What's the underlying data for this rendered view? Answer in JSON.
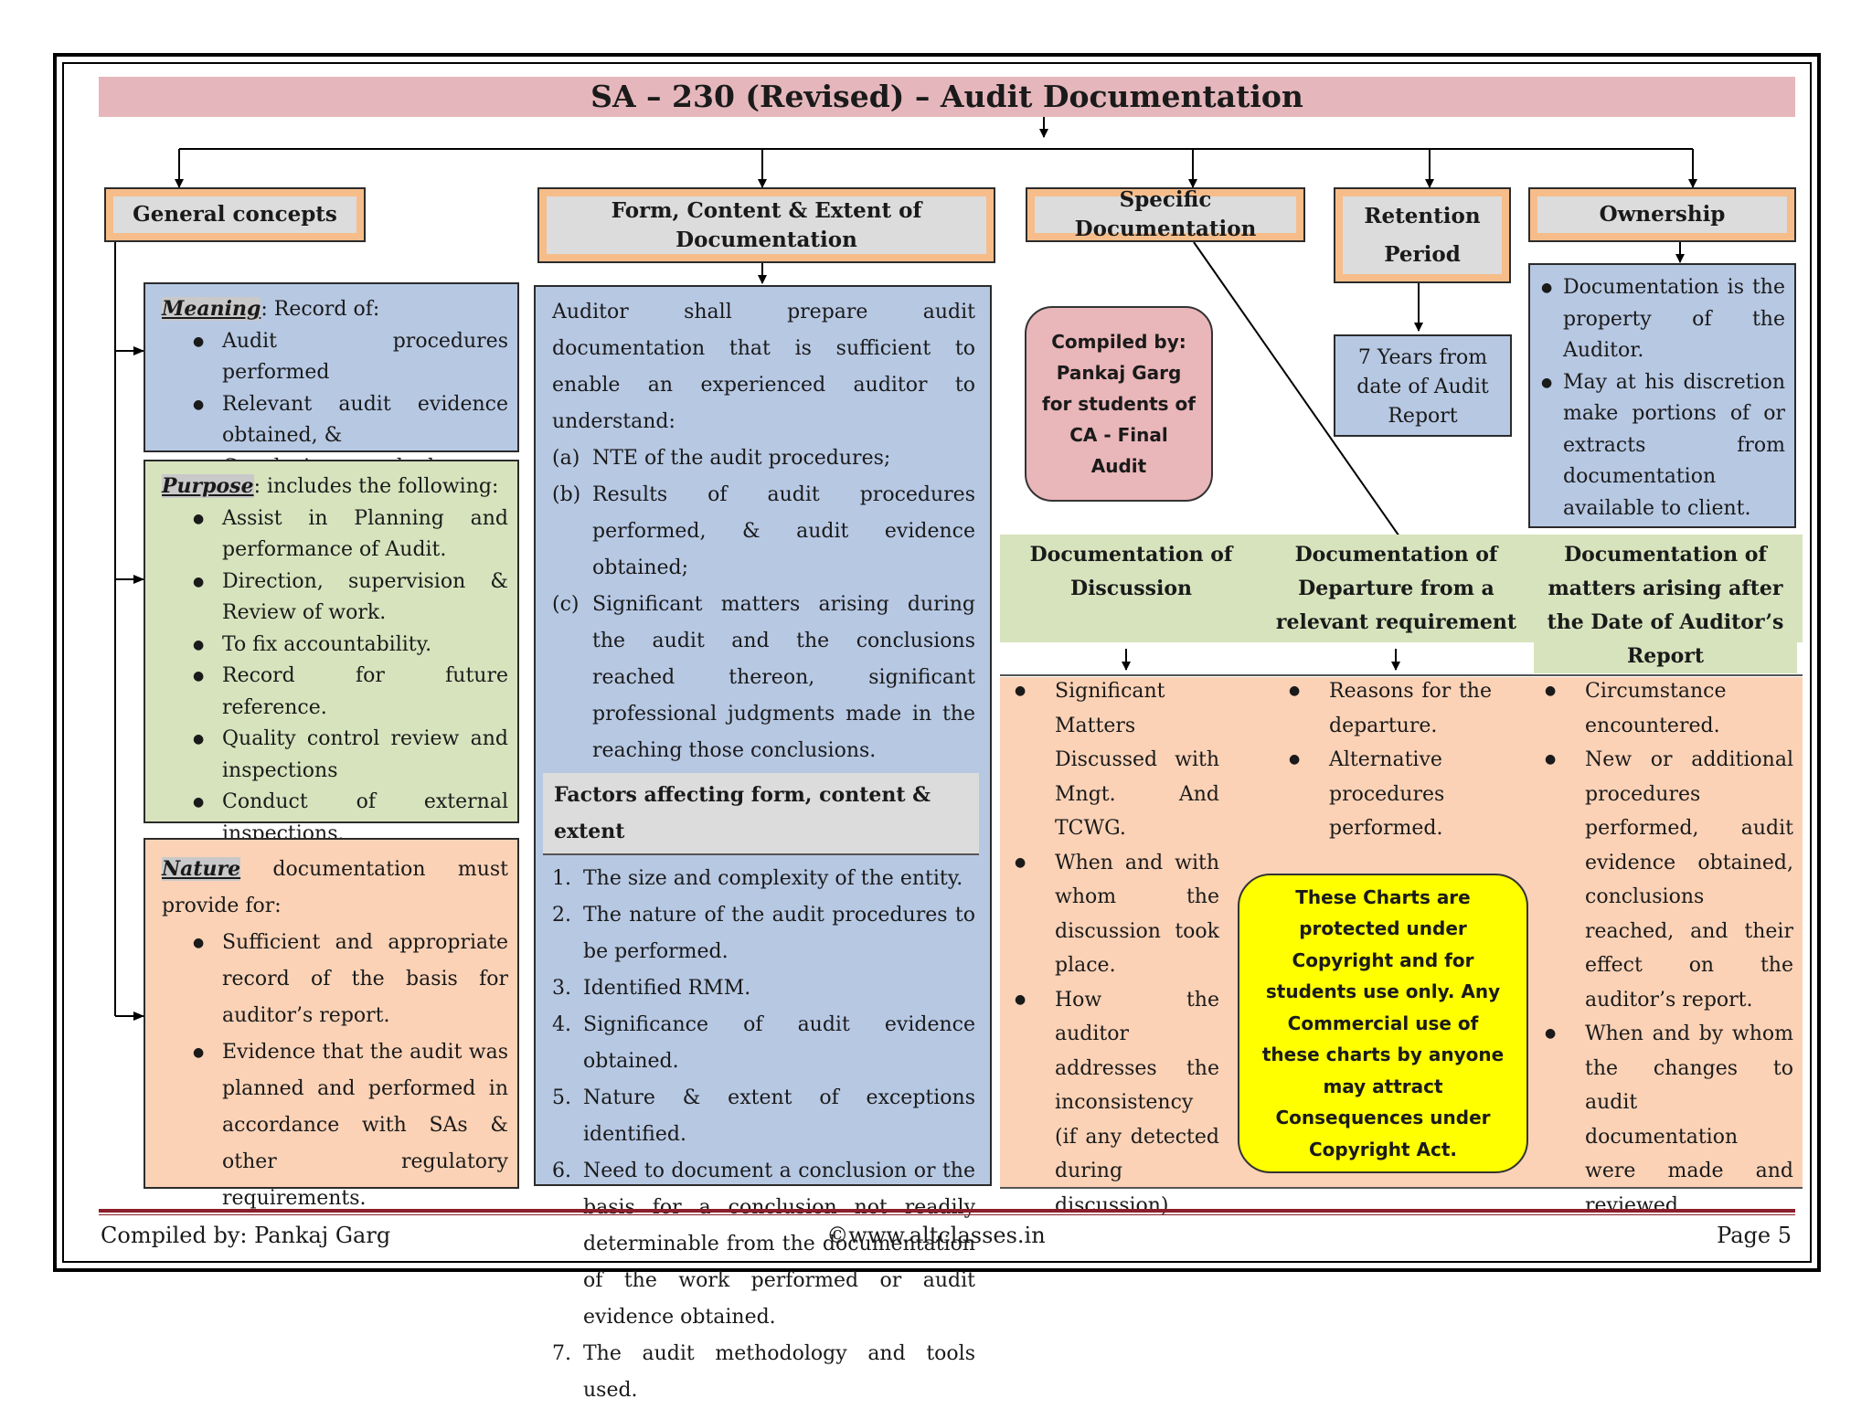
{
  "title": "SA – 230 (Revised) – Audit Documentation",
  "headers": {
    "general": "General concepts",
    "form": "Form, Content & Extent of Documentation",
    "specific": "Specific Documentation",
    "retention": "Retention Period",
    "ownership": "Ownership"
  },
  "meaning": {
    "label": "Meaning",
    "intro": ": Record of:",
    "items": [
      "Audit procedures performed",
      "Relevant audit evidence obtained, &",
      "Conclusions reached"
    ]
  },
  "purpose": {
    "label": "Purpose",
    "intro": ": includes the following:",
    "items": [
      "Assist in Planning and performance of Audit.",
      "Direction, supervision & Review of work.",
      "To fix accountability.",
      "Record for future reference.",
      "Quality control review and inspections",
      "Conduct of external inspections."
    ]
  },
  "nature": {
    "label": "Nature",
    "intro": " documentation must provide for:",
    "items": [
      "Sufficient and appropriate record of the basis for auditor’s report.",
      "Evidence that the audit was planned and performed in accordance with SAs & other regulatory requirements."
    ]
  },
  "form": {
    "intro": "Auditor shall prepare audit documentation that is sufficient to enable an experienced auditor to understand:",
    "items": [
      {
        "mark": "(a)",
        "text": "NTE of the audit procedures;"
      },
      {
        "mark": "(b)",
        "text": "Results of audit procedures performed, & audit evidence obtained;"
      },
      {
        "mark": "(c)",
        "text": "Significant matters arising during the audit and the conclusions reached thereon, significant professional judgments made in the reaching those conclusions."
      }
    ],
    "factors_title": "Factors affecting form, content & extent",
    "factors": [
      {
        "mark": "1.",
        "text": "The size and complexity of the entity."
      },
      {
        "mark": "2.",
        "text": "The nature of the audit procedures to be performed."
      },
      {
        "mark": "3.",
        "text": "Identified RMM."
      },
      {
        "mark": "4.",
        "text": "Significance of audit evidence obtained."
      },
      {
        "mark": "5.",
        "text": "Nature & extent of exceptions identified."
      },
      {
        "mark": "6.",
        "text": "Need to document a conclusion or the basis for a conclusion not readily determinable from the documentation of the work performed or audit evidence obtained."
      },
      {
        "mark": "7.",
        "text": "The audit methodology and tools used."
      }
    ]
  },
  "compiled_note": [
    "Compiled by:",
    "Pankaj Garg",
    "for students of",
    "CA - Final",
    "Audit"
  ],
  "retention": {
    "text": "7 Years from date of Audit Report"
  },
  "ownership": {
    "items": [
      "Documentation is the property of the Auditor.",
      "May at his discretion make portions of or extracts from documentation available to client."
    ]
  },
  "specific": {
    "discussion": {
      "title": "Documentation of Discussion",
      "items": [
        "Significant Matters Discussed with Mngt. And TCWG.",
        "When and with whom the discussion took place.",
        "How the auditor addresses the inconsistency (if any detected during discussion)"
      ]
    },
    "departure": {
      "title": "Documentation of Departure from a relevant requirement",
      "items": [
        "Reasons for the departure.",
        "Alternative procedures performed."
      ]
    },
    "after_report": {
      "title": "Documentation of matters arising after the Date of Auditor’s Report",
      "items": [
        "Circumstance encountered.",
        "New or additional procedures performed, audit evidence obtained, conclusions reached, and their effect on the auditor’s report.",
        "When and by whom the changes to audit documentation were made and reviewed."
      ]
    }
  },
  "copyright_note": "These Charts are protected under Copyright and for students use only. Any Commercial use of these charts by anyone may attract Consequences under Copyright Act.",
  "footer": {
    "left": "Compiled by: Pankaj Garg",
    "center": "©www.altclasses.in",
    "right": "Page 5"
  }
}
